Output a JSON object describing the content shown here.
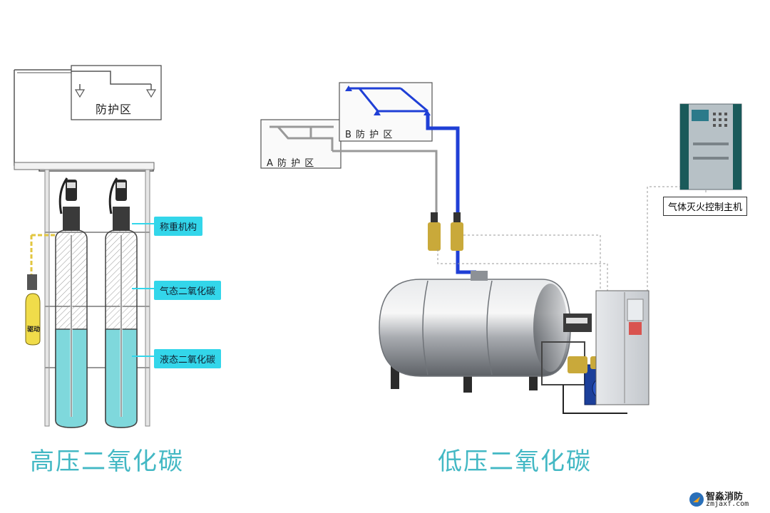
{
  "left_system": {
    "title": "高压二氧化碳",
    "zone_label": "防护区",
    "labels": {
      "weighing": "称重机构",
      "gas": "气态二氧化碳",
      "liquid": "液态二氧化碳"
    },
    "small_cylinder_label": "驱动"
  },
  "right_system": {
    "title": "低压二氧化碳",
    "zone_a": "A 防 护 区",
    "zone_b": "B 防 护 区",
    "controller_label": "气体灭火控制主机"
  },
  "colors": {
    "pipe_blue": "#1f3fd6",
    "liquid_cyan": "#7fd8dc",
    "label_cyan": "#33d6ea",
    "title_teal": "#43b8c4",
    "tank_steel": "#b9bcc0"
  },
  "logo": {
    "name": "智淼消防",
    "url": "zmjaxf.com"
  }
}
